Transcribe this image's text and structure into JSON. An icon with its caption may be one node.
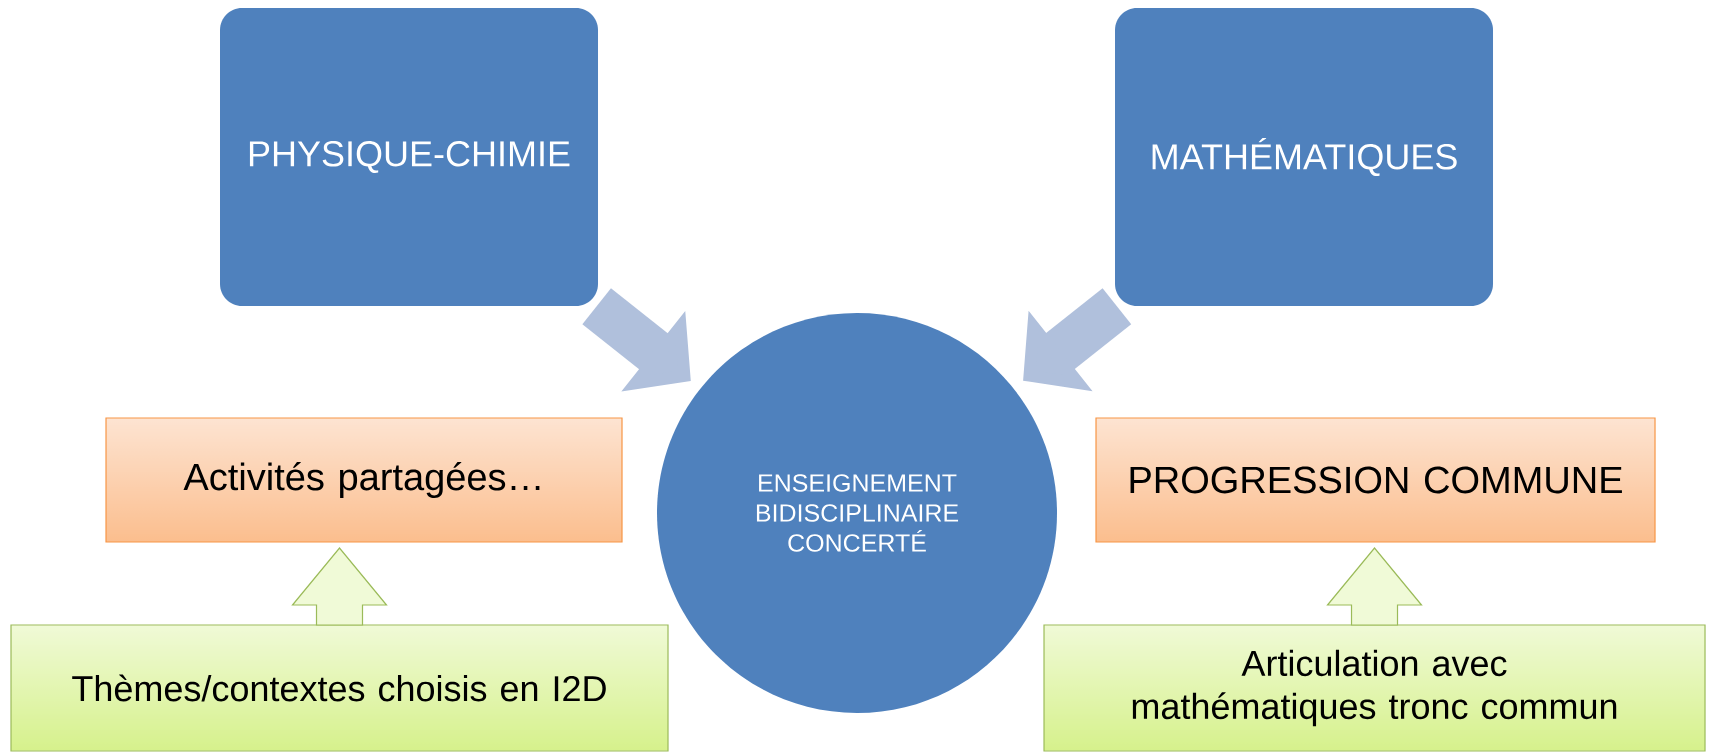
{
  "diagram": {
    "nodes": [
      {
        "text": [
          "PHYSIQUE-CHIMIE"
        ]
      },
      {
        "text": [
          "MATHÉMATIQUES"
        ]
      },
      {
        "text": [
          "ENSEIGNEMENT BIDISCIPLINAIRE CONCERTÉ"
        ]
      },
      {
        "text": [
          "Activités partagées…"
        ]
      },
      {
        "text": [
          "PROGRESSION COMMUNE"
        ]
      },
      {
        "text": [
          "Thèmes/contextes choisis en I2D"
        ]
      },
      {
        "text": [
          "Articulation avec mathématiques tronc commun"
        ]
      }
    ],
    "edges": [
      {
        "from": 0,
        "to": 2,
        "arrow": "to"
      },
      {
        "from": 1,
        "to": 2,
        "arrow": "to"
      },
      {
        "from": 5,
        "to": 3,
        "arrow": "to"
      },
      {
        "from": 6,
        "to": 4,
        "arrow": "to"
      }
    ]
  }
}
